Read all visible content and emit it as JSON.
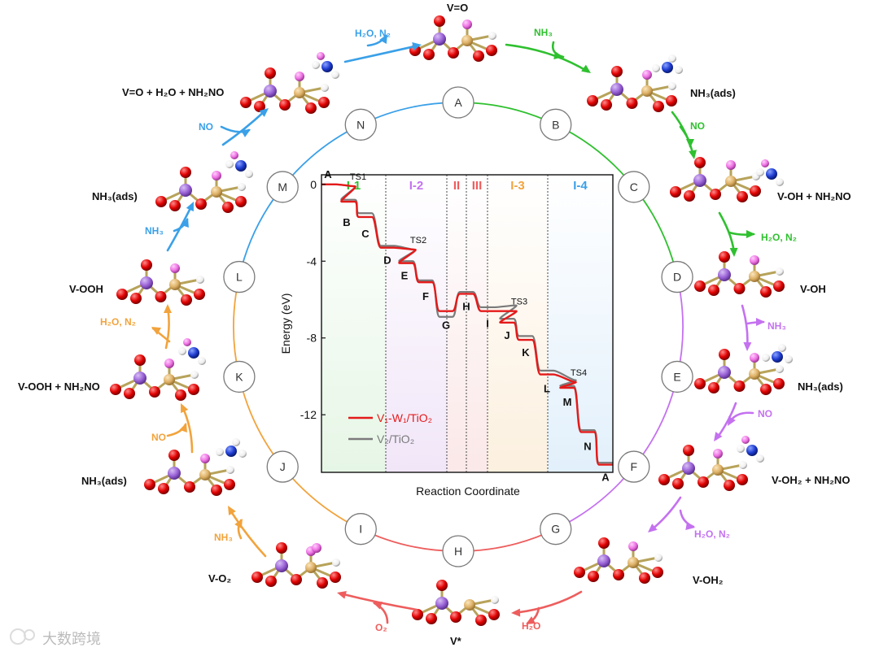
{
  "colors": {
    "blue": "#3aa0e8",
    "green": "#2fc02f",
    "purple": "#c471f0",
    "orange": "#f2a33c",
    "red": "#ee5d5d",
    "oxygen": "#e00000",
    "vanadium": "#a26ad6",
    "tungsten": "#e4b86a",
    "hydrogen": "#ffffff",
    "nitrogen": "#1f3fd1",
    "nh_h": "#f07ce8",
    "cycle_ring_default": "#9a9a9a"
  },
  "nodes": [
    "A",
    "B",
    "C",
    "D",
    "E",
    "F",
    "G",
    "H",
    "I",
    "J",
    "K",
    "L",
    "M",
    "N"
  ],
  "states": {
    "top": "V=O",
    "nh3_ads_1": "NH₃(ads)",
    "voh_nh2no": "V-OH + NH₂NO",
    "voh": "V-OH",
    "nh3_ads_2": "NH₃(ads)",
    "voh2_nh2no": "V-OH₂ + NH₂NO",
    "voh2": "V-OH₂",
    "vstar": "V*",
    "vo2": "V-O₂",
    "nh3_ads_3": "NH₃(ads)",
    "vooh_nh2no": "V-OOH + NH₂NO",
    "vooh": "V-OOH",
    "nh3_ads_4": "NH₃(ads)",
    "vo_h2o_nh2no": "V=O + H₂O + NH₂NO"
  },
  "reactants": {
    "a_b_in": "NH₃",
    "b_c_in": "NO",
    "c_d_out": "H₂O, N₂",
    "d_e_in": "NH₃",
    "e_f_in": "NO",
    "f_g_out": "H₂O, N₂",
    "g_h_out": "H₂O",
    "h_i_in": "O₂",
    "i_j_in": "NH₃",
    "j_k_in": "NO",
    "k_l_out": "H₂O, N₂",
    "l_m_in": "NH₃",
    "m_n_in": "NO",
    "n_a_out": "H₂O, N₂"
  },
  "watermark": "大数跨境",
  "chart_data": {
    "type": "line",
    "xlabel": "Reaction Coordinate",
    "ylabel": "Energy (eV)",
    "ylim": [
      -15,
      0.5
    ],
    "yticks": [
      0,
      -4,
      -8,
      -12
    ],
    "regions": [
      {
        "label": "I-1",
        "color": "#2fc02f"
      },
      {
        "label": "I-2",
        "color": "#c471f0"
      },
      {
        "label": "II",
        "color": "#ee5d5d"
      },
      {
        "label": "III",
        "color": "#ee5d5d"
      },
      {
        "label": "I-3",
        "color": "#f2a33c"
      },
      {
        "label": "I-4",
        "color": "#3aa0e8"
      }
    ],
    "points": [
      "A",
      "TS1",
      "B",
      "C",
      "D",
      "TS2",
      "E",
      "F",
      "G",
      "H",
      "I",
      "TS3",
      "J",
      "K",
      "L",
      "TS4",
      "M",
      "N",
      "A"
    ],
    "series": [
      {
        "name": "V₁-W₁/TiO₂",
        "color": "#e41a1a",
        "values": [
          0,
          -0.1,
          -0.9,
          -1.7,
          -3.3,
          -3.4,
          -4.1,
          -5.1,
          -6.6,
          -5.7,
          -6.6,
          -6.6,
          -7.2,
          -8.1,
          -9.9,
          -10.3,
          -10.6,
          -12.9,
          -14.6
        ]
      },
      {
        "name": "V₂/TiO₂",
        "color": "#7a7a7a",
        "values": [
          0,
          -0.1,
          -0.8,
          -1.5,
          -3.2,
          -3.4,
          -4.0,
          -5.0,
          -6.9,
          -5.6,
          -6.4,
          -6.3,
          -7.0,
          -7.9,
          -9.7,
          -10.2,
          -10.5,
          -12.8,
          -14.5
        ]
      }
    ]
  }
}
